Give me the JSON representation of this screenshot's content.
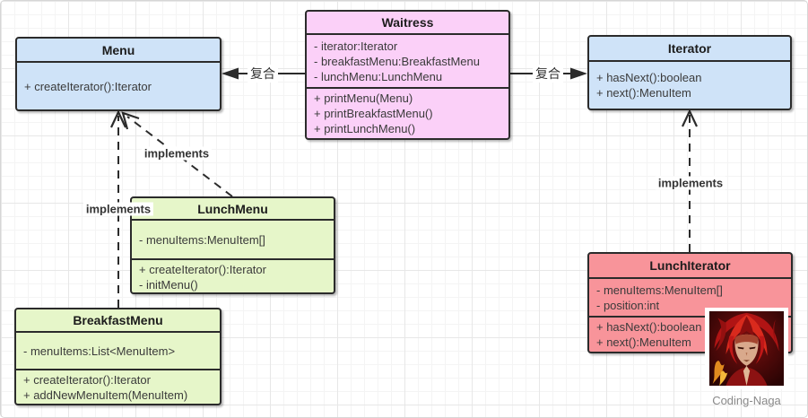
{
  "diagram": {
    "pattern": "Iterator pattern UML class diagram",
    "border_color": "#2b2b2b",
    "colors": {
      "blue": "#cfe3f8",
      "pink": "#fbd0f8",
      "green": "#e6f6c9",
      "salmon": "#f8949a"
    }
  },
  "classes": [
    {
      "id": "menu",
      "name": "Menu",
      "fill": "#cfe3f8",
      "attributes": [],
      "methods": [
        "+ createIterator():Iterator"
      ]
    },
    {
      "id": "waitress",
      "name": "Waitress",
      "fill": "#fbd0f8",
      "attributes": [
        "- iterator:Iterator",
        "- breakfastMenu:BreakfastMenu",
        "- lunchMenu:LunchMenu"
      ],
      "methods": [
        "+ printMenu(Menu)",
        "+ printBreakfastMenu()",
        "+ printLunchMenu()"
      ]
    },
    {
      "id": "iterator",
      "name": "Iterator",
      "fill": "#cfe3f8",
      "attributes": [],
      "methods": [
        "+ hasNext():boolean",
        "+ next():MenuItem"
      ]
    },
    {
      "id": "lunch-menu",
      "name": "LunchMenu",
      "fill": "#e6f6c9",
      "attributes": [
        "- menuItems:MenuItem[]"
      ],
      "methods": [
        "+ createIterator():Iterator",
        "- initMenu()"
      ]
    },
    {
      "id": "breakfast-menu",
      "name": "BreakfastMenu",
      "fill": "#e6f6c9",
      "attributes": [
        "- menuItems:List<MenuItem>"
      ],
      "methods": [
        "+ createIterator():Iterator",
        "+ addNewMenuItem(MenuItem)"
      ]
    },
    {
      "id": "lunch-iterator",
      "name": "LunchIterator",
      "fill": "#f8949a",
      "attributes": [
        "- menuItems:MenuItem[]",
        "- position:int"
      ],
      "methods": [
        "+ hasNext():boolean",
        "+ next():MenuItem"
      ]
    }
  ],
  "relations": [
    {
      "from": "Waitress",
      "to": "Menu",
      "type": "composition",
      "label": "复合"
    },
    {
      "from": "Waitress",
      "to": "Iterator",
      "type": "composition",
      "label": "复合"
    },
    {
      "from": "LunchMenu",
      "to": "Menu",
      "type": "realization",
      "label": "implements"
    },
    {
      "from": "BreakfastMenu",
      "to": "Menu",
      "type": "realization",
      "label": "implements"
    },
    {
      "from": "LunchIterator",
      "to": "Iterator",
      "type": "realization",
      "label": "implements"
    }
  ],
  "watermark": {
    "caption": "Coding-Naga"
  }
}
